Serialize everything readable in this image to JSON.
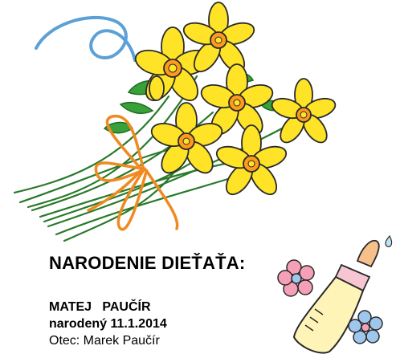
{
  "announcement": {
    "heading": "NARODENIE DIEŤAŤA:",
    "child_name": "MATEJ   PAUČÍR",
    "born_line": "narodený 11.1.2014",
    "father_line": "Otec: Marek Paučír"
  },
  "colors": {
    "petal": "#ffe326",
    "flower_center": "#ff9a1f",
    "stem": "#2a8a2a",
    "leaf": "#3aa03a",
    "ribbon_blue": "#5ba0d6",
    "ribbon_orange": "#f08a20",
    "bottle_liquid": "#fff4b8",
    "bottle_nipple": "#f7c08a",
    "small_flower_pink": "#f6a0b8",
    "small_flower_blue": "#9fc7ee"
  },
  "illustrations": {
    "bouquet": "flower-bouquet-illustration",
    "bottle": "baby-bottle-illustration"
  }
}
